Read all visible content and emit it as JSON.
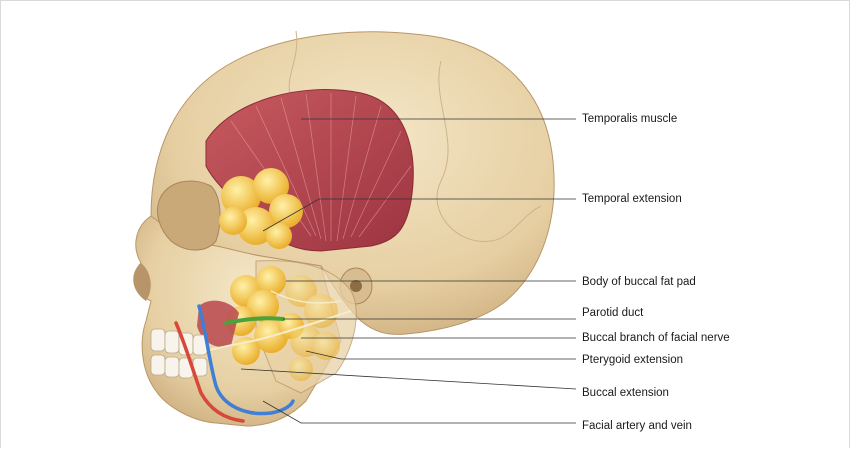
{
  "labels": {
    "temporalis_muscle": "Temporalis muscle",
    "temporal_extension": "Temporal extension",
    "body_of_buccal_fat_pad": "Body of buccal fat pad",
    "parotid_duct": "Parotid duct",
    "buccal_branch_of_facial_nerve": "Buccal branch of facial nerve",
    "pterygoid_extension": "Pterygoid extension",
    "buccal_extension": "Buccal extension",
    "facial_artery_and_vein": "Facial artery and vein"
  },
  "colors": {
    "bone": "#ecd9b4",
    "bone_shadow": "#c9a97a",
    "muscle": "#b8464e",
    "fat": "#f3c43a",
    "duct": "#4aa23a",
    "artery": "#d8483a",
    "vein": "#3f7fd6",
    "nerve": "#f4e6b8",
    "leader": "#333333"
  }
}
